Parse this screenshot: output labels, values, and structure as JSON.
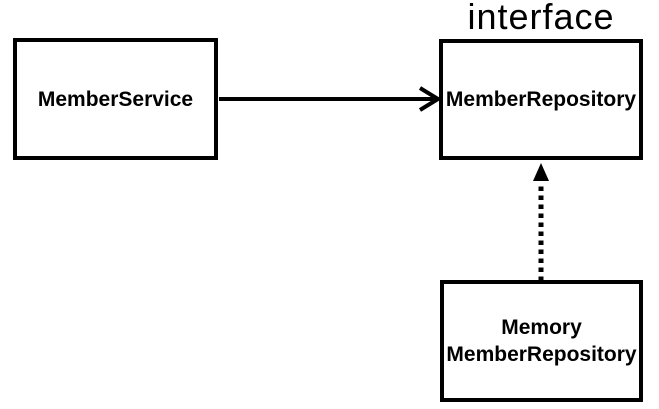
{
  "diagram": {
    "type": "uml-class-diagram",
    "colors": {
      "stroke": "#000000",
      "text": "#000000",
      "node_fill": "#ffffff",
      "background": "#ffffff"
    },
    "nodes": [
      {
        "id": "member-service",
        "label": "MemberService"
      },
      {
        "id": "member-repository",
        "label": "MemberRepository",
        "stereotype": "interface"
      },
      {
        "id": "memory-member-repository",
        "label_lines": [
          "Memory",
          "MemberRepository"
        ]
      }
    ],
    "edges": [
      {
        "from": "member-service",
        "to": "member-repository",
        "line": "solid",
        "arrowhead": "open",
        "direction": "left-to-right"
      },
      {
        "from": "memory-member-repository",
        "to": "member-repository",
        "line": "dotted",
        "arrowhead": "filled-triangle",
        "direction": "bottom-to-top"
      }
    ]
  }
}
